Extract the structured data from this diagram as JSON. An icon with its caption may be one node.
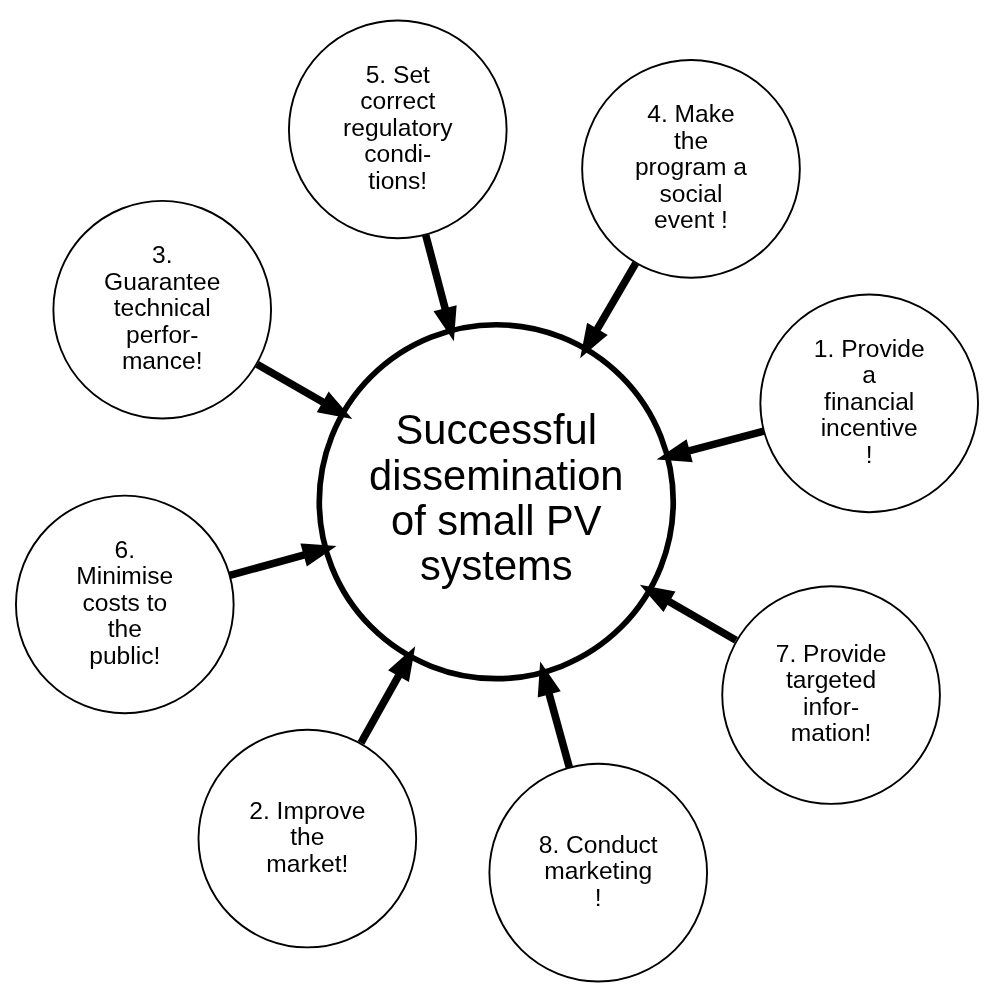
{
  "diagram": {
    "nodes": [
      {
        "text": [
          "Successful dissemination of small PV systems"
        ]
      },
      {
        "text": [
          "1. Provide a financial incentive !"
        ]
      },
      {
        "text": [
          "2. Improve the market!"
        ]
      },
      {
        "text": [
          "3. Guarantee technical perfor- mance!"
        ]
      },
      {
        "text": [
          "4. Make the program a social event !"
        ]
      },
      {
        "text": [
          "5. Set correct regulatory condi- tions!"
        ]
      },
      {
        "text": [
          "6. Minimise costs to the public!"
        ]
      },
      {
        "text": [
          "7. Provide targeted infor- mation!"
        ]
      },
      {
        "text": [
          "8. Conduct marketing !"
        ]
      }
    ],
    "edges": [
      {
        "from": 1,
        "to": 0,
        "arrow": "to"
      },
      {
        "from": 2,
        "to": 0,
        "arrow": "to"
      },
      {
        "from": 3,
        "to": 0,
        "arrow": "to"
      },
      {
        "from": 4,
        "to": 0,
        "arrow": "to"
      },
      {
        "from": 5,
        "to": 0,
        "arrow": "to"
      },
      {
        "from": 6,
        "to": 0,
        "arrow": "to"
      },
      {
        "from": 7,
        "to": 0,
        "arrow": "to"
      },
      {
        "from": 8,
        "to": 0,
        "arrow": "to"
      }
    ]
  }
}
